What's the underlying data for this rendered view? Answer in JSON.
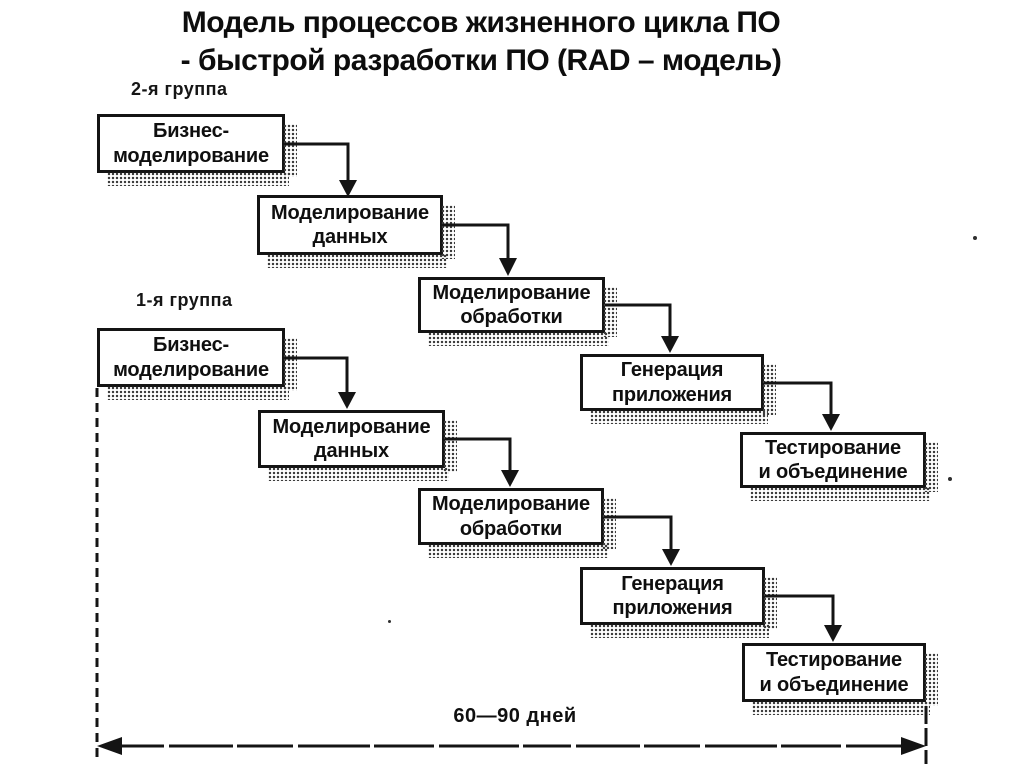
{
  "title": "Модель процессов жизненного цикла ПО\n- быстрой разработки ПО (RAD – модель)",
  "diagram": {
    "groups": [
      {
        "label": "2-я группа",
        "boxes": [
          {
            "label": "Бизнес-\nмоделирование"
          },
          {
            "label": "Моделирование\nданных"
          },
          {
            "label": "Моделирование\nобработки"
          },
          {
            "label": "Генерация\nприложения"
          },
          {
            "label": "Тестирование\nи объединение"
          }
        ]
      },
      {
        "label": "1-я группа",
        "boxes": [
          {
            "label": "Бизнес-\nмоделирование"
          },
          {
            "label": "Моделирование\nданных"
          },
          {
            "label": "Моделирование\nобработки"
          },
          {
            "label": "Генерация\nприложения"
          },
          {
            "label": "Тестирование\nи объединение"
          }
        ]
      }
    ],
    "timeline_label": "60—90 дней"
  },
  "colors": {
    "ink": "#141414",
    "paper": "#ffffff",
    "shadow_stipple": "#3d3d3d"
  }
}
